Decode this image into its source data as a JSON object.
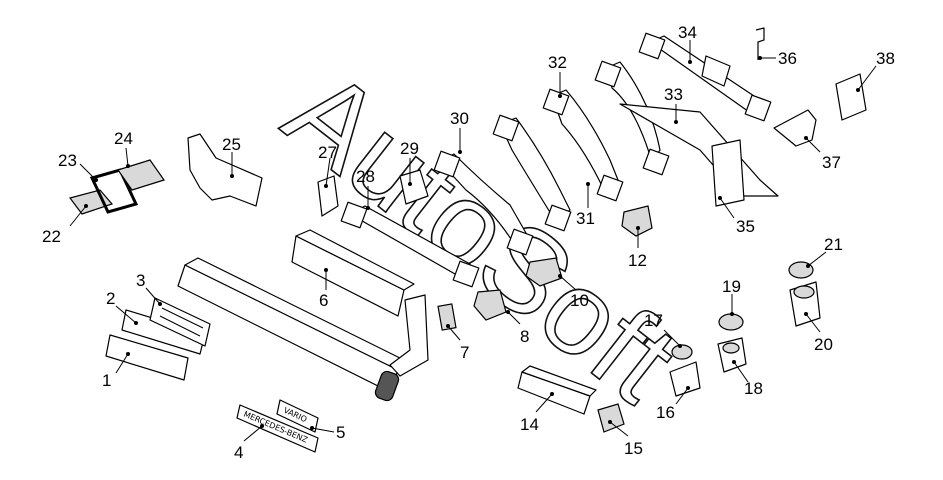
{
  "watermark": "AutoSoft",
  "plates": {
    "small_badge": "VARIO",
    "long_badge": "MERCEDES-BENZ"
  },
  "callouts": [
    "1",
    "2",
    "3",
    "4",
    "5",
    "6",
    "7",
    "8",
    "10",
    "12",
    "14",
    "15",
    "16",
    "17",
    "18",
    "19",
    "20",
    "21",
    "22",
    "23",
    "24",
    "25",
    "27",
    "28",
    "29",
    "30",
    "31",
    "32",
    "33",
    "34",
    "35",
    "36",
    "37",
    "38"
  ]
}
